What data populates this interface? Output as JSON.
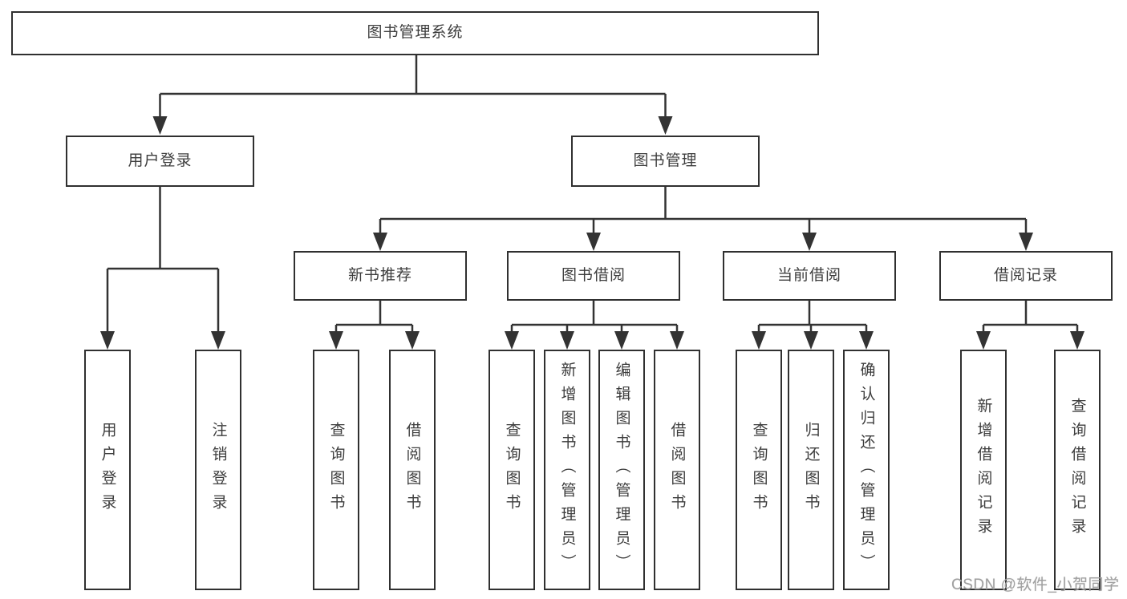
{
  "diagram": {
    "root": {
      "label": "图书管理系统"
    },
    "branches": [
      {
        "label": "用户登录",
        "children": [
          {
            "label": "用户登录"
          },
          {
            "label": "注销登录"
          }
        ]
      },
      {
        "label": "图书管理",
        "children": [
          {
            "label": "新书推荐",
            "children": [
              {
                "label": "查询图书"
              },
              {
                "label": "借阅图书"
              }
            ]
          },
          {
            "label": "图书借阅",
            "children": [
              {
                "label": "查询图书"
              },
              {
                "label": "新增图书（管理员）"
              },
              {
                "label": "编辑图书（管理员）"
              },
              {
                "label": "借阅图书"
              }
            ]
          },
          {
            "label": "当前借阅",
            "children": [
              {
                "label": "查询图书"
              },
              {
                "label": "归还图书"
              },
              {
                "label": "确认归还（管理员）"
              }
            ]
          },
          {
            "label": "借阅记录",
            "children": [
              {
                "label": "新增借阅记录"
              },
              {
                "label": "查询借阅记录"
              }
            ]
          }
        ]
      }
    ]
  },
  "watermark": {
    "text": "CSDN @软件_小贺同学"
  },
  "colors": {
    "background": "#ffffff",
    "border": "#303030",
    "line": "#333333",
    "text": "#3d3d3d",
    "watermark": "#a0a0a0"
  }
}
